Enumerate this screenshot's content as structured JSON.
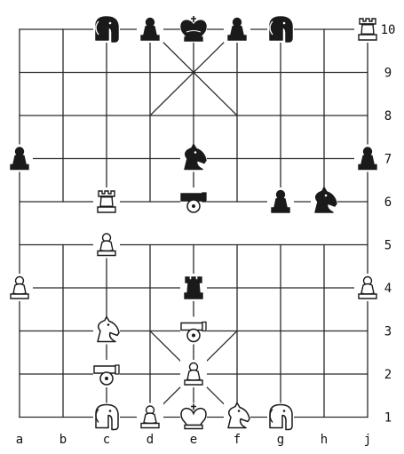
{
  "board": {
    "rank_labels": [
      "1",
      "2",
      "3",
      "4",
      "5",
      "6",
      "7",
      "8",
      "9",
      "10"
    ],
    "file_labels": [
      "a",
      "b",
      "c",
      "d",
      "e",
      "f",
      "g",
      "h",
      "j"
    ]
  },
  "pieces": [
    {
      "color": "black",
      "type": "elephant",
      "file": "c",
      "rank": 10
    },
    {
      "color": "black",
      "type": "pawn",
      "file": "d",
      "rank": 10
    },
    {
      "color": "black",
      "type": "king",
      "file": "e",
      "rank": 10
    },
    {
      "color": "black",
      "type": "pawn",
      "file": "f",
      "rank": 10
    },
    {
      "color": "black",
      "type": "elephant",
      "file": "g",
      "rank": 10
    },
    {
      "color": "white",
      "type": "rook",
      "file": "j",
      "rank": 10
    },
    {
      "color": "black",
      "type": "pawn",
      "file": "a",
      "rank": 7
    },
    {
      "color": "black",
      "type": "knight",
      "file": "e",
      "rank": 7
    },
    {
      "color": "black",
      "type": "pawn",
      "file": "j",
      "rank": 7
    },
    {
      "color": "white",
      "type": "rook",
      "file": "c",
      "rank": 6
    },
    {
      "color": "black",
      "type": "cannon",
      "file": "e",
      "rank": 6
    },
    {
      "color": "black",
      "type": "pawn",
      "file": "g",
      "rank": 6
    },
    {
      "color": "black",
      "type": "knight",
      "file": "h",
      "rank": 6
    },
    {
      "color": "white",
      "type": "pawn",
      "file": "c",
      "rank": 5
    },
    {
      "color": "white",
      "type": "pawn",
      "file": "a",
      "rank": 4
    },
    {
      "color": "black",
      "type": "rook",
      "file": "e",
      "rank": 4
    },
    {
      "color": "white",
      "type": "pawn",
      "file": "j",
      "rank": 4
    },
    {
      "color": "white",
      "type": "knight",
      "file": "c",
      "rank": 3
    },
    {
      "color": "white",
      "type": "cannon",
      "file": "e",
      "rank": 3
    },
    {
      "color": "white",
      "type": "cannon",
      "file": "c",
      "rank": 2
    },
    {
      "color": "white",
      "type": "pawn",
      "file": "e",
      "rank": 2
    },
    {
      "color": "white",
      "type": "elephant",
      "file": "c",
      "rank": 1
    },
    {
      "color": "white",
      "type": "pawn",
      "file": "d",
      "rank": 1
    },
    {
      "color": "white",
      "type": "king",
      "file": "e",
      "rank": 1
    },
    {
      "color": "white",
      "type": "knight",
      "file": "f",
      "rank": 1
    },
    {
      "color": "white",
      "type": "elephant",
      "file": "g",
      "rank": 1
    }
  ]
}
